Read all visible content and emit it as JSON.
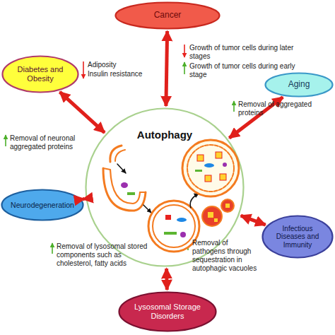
{
  "diagram": {
    "nodes": [
      {
        "text": [
          "Cancer"
        ]
      },
      {
        "text": [
          "Diabetes and Obesity"
        ]
      },
      {
        "text": [
          "Aging"
        ]
      },
      {
        "text": [
          "Autophagy"
        ]
      },
      {
        "text": [
          "Neurodegeneration"
        ]
      },
      {
        "text": [
          "Infectious Diseases and Immunity"
        ]
      },
      {
        "text": [
          "Lysosomal Storage Disorders"
        ]
      }
    ],
    "edges": [
      {
        "from": 0,
        "to": 3,
        "arrow": "both"
      },
      {
        "from": 1,
        "to": 3,
        "arrow": "both"
      },
      {
        "from": 2,
        "to": 3,
        "arrow": "both"
      },
      {
        "from": 4,
        "to": 3,
        "arrow": "both"
      },
      {
        "from": 5,
        "to": 3,
        "arrow": "both"
      },
      {
        "from": 6,
        "to": 3,
        "arrow": "both"
      }
    ],
    "labels": [
      "Growth of tumor cells during later stages",
      "Growth of tumor cells during early stage",
      "Adiposity",
      "Insulin resistance",
      "Removal of aggregated proteins",
      "Removal of neuronal aggregated proteins",
      "Removal of lysosomal stored components such as cholesterol, fatty acids",
      "Removal of pathogens through sequestration in autophagic vacuoles"
    ]
  }
}
